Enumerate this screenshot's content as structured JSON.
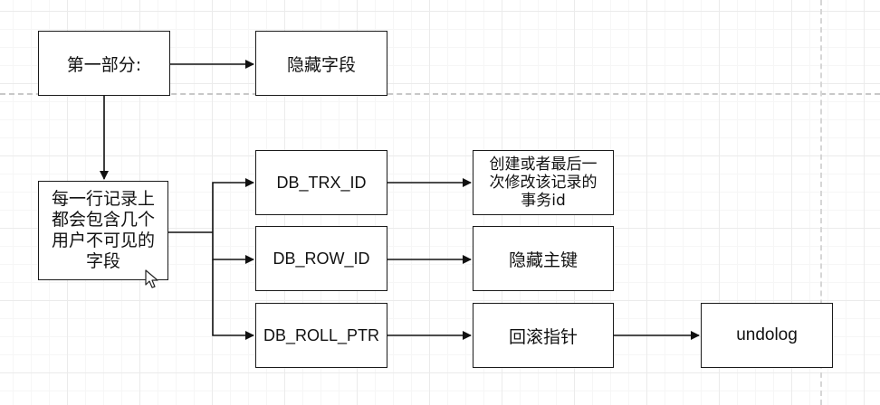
{
  "nodes": {
    "part_one": "第一部分:",
    "hidden_fields": "隐藏字段",
    "row_desc": [
      "每一行记录上",
      "都会包含几个",
      "用户不可见的",
      "字段"
    ],
    "trx_id": "DB_TRX_ID",
    "row_id": "DB_ROW_ID",
    "roll_ptr": "DB_ROLL_PTR",
    "trx_desc": [
      "创建或者最后一",
      "次修改该记录的",
      "事务id"
    ],
    "hidden_pk": "隐藏主键",
    "rollback_ptr": "回滚指针",
    "undolog": "undolog"
  },
  "icons": {
    "cursor": "mouse-pointer-icon"
  },
  "colors": {
    "line": "#111111",
    "node_border": "#1a1a1a",
    "grid": "#ebebeb"
  }
}
